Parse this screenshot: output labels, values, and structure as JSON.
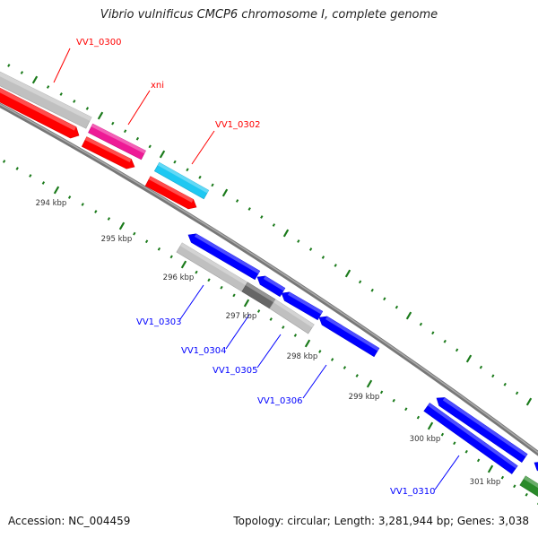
{
  "title": "Vibrio vulnificus CMCP6 chromosome I, complete genome",
  "footer": {
    "accession": "Accession: NC_004459",
    "summary": "Topology: circular; Length: 3,281,944 bp; Genes: 3,038"
  },
  "colors": {
    "backbone": "#808080",
    "ticks": "#1a7a1a",
    "forward_label": "#ff0000",
    "reverse_label": "#0000ff",
    "cds_forward": "#ff0000",
    "cds_reverse": "#0000ff",
    "gene_gray": "#c0c0c0",
    "gene_dark": "#666666",
    "xni": "#ee1a96",
    "cyan": "#1ec8f2",
    "green": "#2a8a2a"
  },
  "features": [
    {
      "id": "VV1_0300-gene",
      "color": "#c0c0c0"
    },
    {
      "id": "VV1_0300-cds",
      "color": "#ff0000"
    },
    {
      "id": "xni-gene",
      "color": "#ee1a96"
    },
    {
      "id": "xni-cds",
      "color": "#ff0000"
    },
    {
      "id": "VV1_0302-gene",
      "color": "#1ec8f2"
    },
    {
      "id": "VV1_0302-cds",
      "color": "#ff0000"
    },
    {
      "id": "VV1_0303-cds",
      "color": "#0000ff"
    },
    {
      "id": "VV1_0304-cds",
      "color": "#0000ff"
    },
    {
      "id": "VV1_0305-cds",
      "color": "#0000ff"
    },
    {
      "id": "VV1_0306-cds",
      "color": "#0000ff"
    },
    {
      "id": "VV1_0303-gene",
      "color": "#c0c0c0"
    },
    {
      "id": "VV1_0304-gene",
      "color": "#666666"
    },
    {
      "id": "VV1_0305-gene",
      "color": "#c0c0c0"
    },
    {
      "id": "VV1_0309-cds",
      "color": "#0000ff"
    },
    {
      "id": "VV1_0310-cds",
      "color": "#0000ff"
    },
    {
      "id": "next-cds",
      "color": "#0000ff"
    },
    {
      "id": "next-gene",
      "color": "#2a8a2a"
    }
  ],
  "labels": [
    {
      "text": "VV1_0300",
      "strand": "forward"
    },
    {
      "text": "xni",
      "strand": "forward"
    },
    {
      "text": "VV1_0302",
      "strand": "forward"
    },
    {
      "text": "VV1_0303",
      "strand": "reverse"
    },
    {
      "text": "VV1_0304",
      "strand": "reverse"
    },
    {
      "text": "VV1_0305",
      "strand": "reverse"
    },
    {
      "text": "VV1_0306",
      "strand": "reverse"
    },
    {
      "text": "VV1_0310",
      "strand": "reverse"
    }
  ],
  "tick_labels": [
    "294 kbp",
    "295 kbp",
    "296 kbp",
    "297 kbp",
    "298 kbp",
    "299 kbp",
    "300 kbp",
    "301 kbp"
  ]
}
